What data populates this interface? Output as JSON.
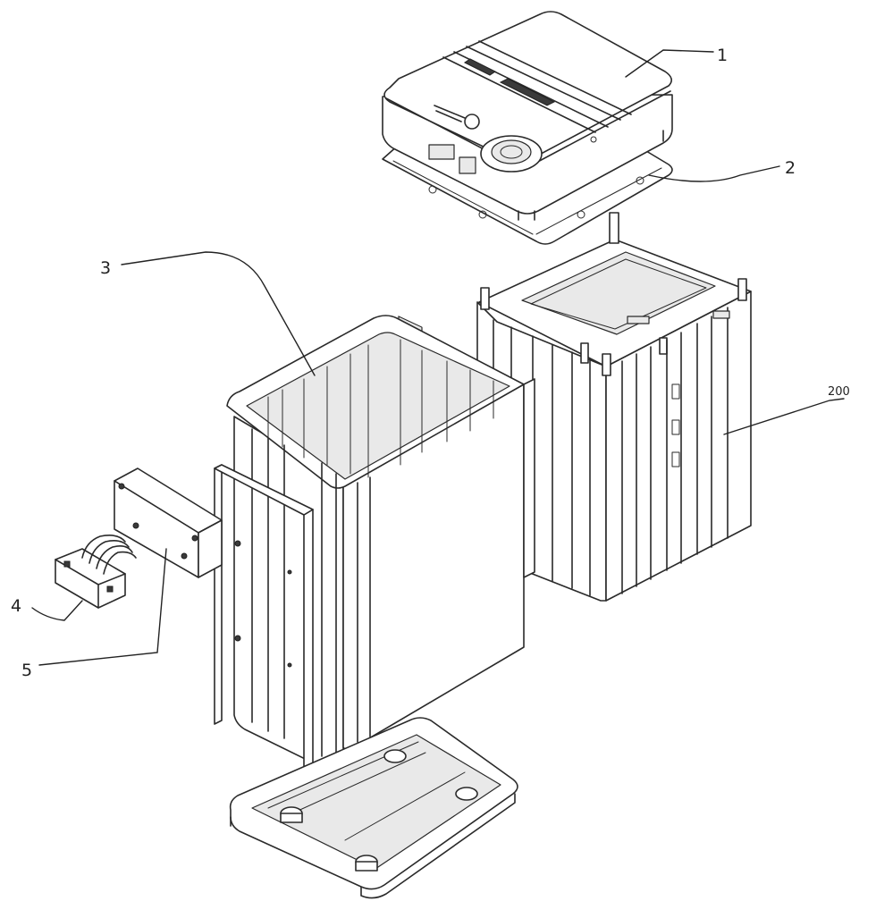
{
  "labels": {
    "cover": "1",
    "gasket": "2",
    "housing": "3",
    "connector": "4",
    "plate": "5",
    "battery_module": "200"
  }
}
